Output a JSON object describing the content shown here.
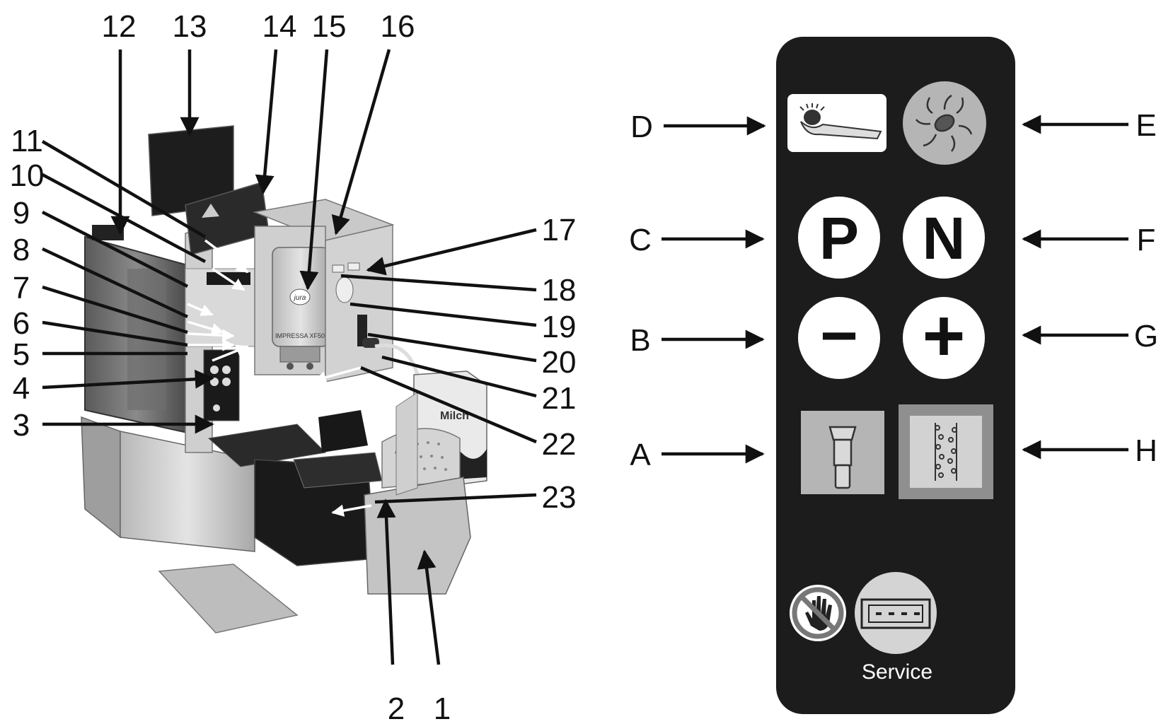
{
  "machine": {
    "brand_logo": "jura",
    "model_label": "IMPRESSA XF50",
    "milk_carton_label": "Milch",
    "numbers": [
      "1",
      "2",
      "3",
      "4",
      "5",
      "6",
      "7",
      "8",
      "9",
      "10",
      "11",
      "12",
      "13",
      "14",
      "15",
      "16",
      "17",
      "18",
      "19",
      "20",
      "21",
      "22",
      "23"
    ]
  },
  "panel": {
    "letters": [
      "A",
      "B",
      "C",
      "D",
      "E",
      "F",
      "G",
      "H"
    ],
    "p_label": "P",
    "n_label": "N",
    "minus_label": "−",
    "plus_label": "+",
    "service_label": "Service",
    "icons": [
      "cleaning-brush-icon",
      "coffee-beans-splash-icon",
      "filter-cartridge-icon",
      "descale-icon",
      "no-touch-hand-icon",
      "service-port-icon"
    ],
    "colors": {
      "panel_bg": "#1c1c1c",
      "icon_grey": "#b5b5b5",
      "icon_light": "#d2d2d2"
    }
  }
}
